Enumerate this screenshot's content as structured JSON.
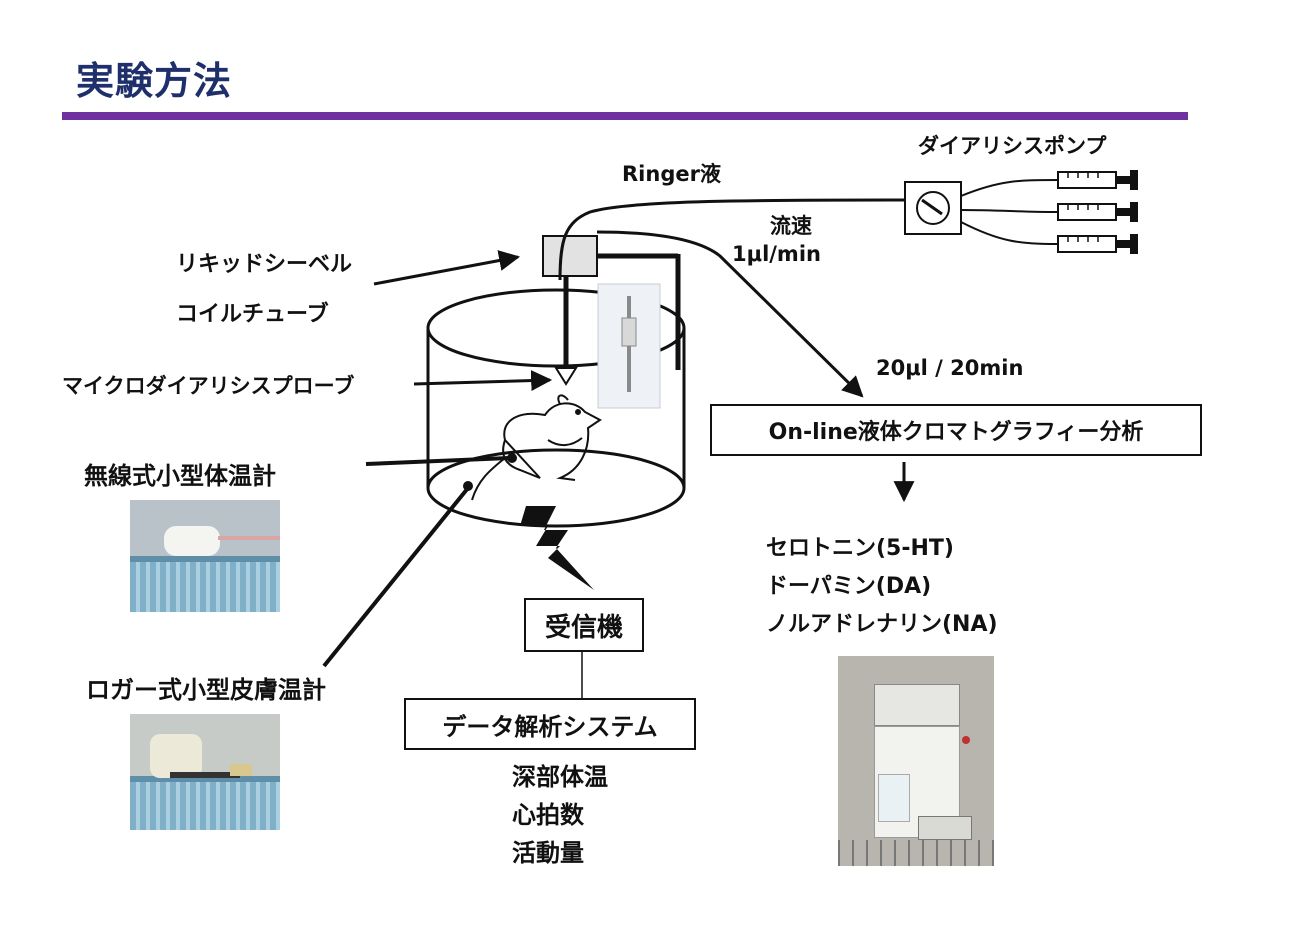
{
  "slide": {
    "title": "実験方法"
  },
  "labels": {
    "ringer": "Ringer液",
    "pump": "ダイアリシスポンプ",
    "flow_rate_label": "流速",
    "flow_rate_value": "1μl/min",
    "liquid_swivel": "リキッドシーベル",
    "coil_tube": "コイルチューブ",
    "microdialysis_probe": "マイクロダイアリシスプローブ",
    "wireless_thermometer": "無線式小型体温計",
    "logger_thermometer": "ロガー式小型皮膚温計",
    "sample_rate": "20μl / 20min"
  },
  "boxes": {
    "hplc": "On-line液体クロマトグラフィー分析",
    "receiver": "受信機",
    "data_system": "データ解析システム"
  },
  "outputs": {
    "analytes": [
      "セロトニン(5-HT)",
      "ドーパミン(DA)",
      "ノルアドレナリン(NA)"
    ],
    "measures": [
      "深部体温",
      "心拍数",
      "活動量"
    ]
  },
  "colors": {
    "title": "#1f2f6b",
    "rule": "#7030a0"
  }
}
